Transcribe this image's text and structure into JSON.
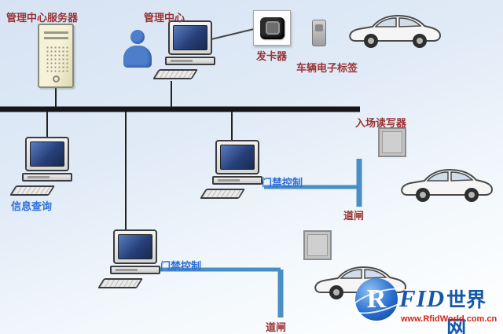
{
  "diagram": {
    "labels": {
      "server": "管理中心服务器",
      "mgmt_center": "管理中心",
      "card_issuer": "发卡器",
      "vehicle_tag": "车辆电子标签",
      "info_query": "信息查询",
      "door_control_1": "门禁控制",
      "door_control_2": "门禁控制",
      "entrance_reader": "入场读写器",
      "barrier_1": "道闸",
      "barrier_2": "道闸"
    },
    "colors": {
      "label_red": "#993333",
      "label_blue": "#2e6fd8",
      "barrier_line": "#4a8ec6",
      "bus_line": "#161616",
      "background_top": "#d6e3f3",
      "background_bottom": "#ffffff"
    }
  },
  "logo": {
    "initial": "R",
    "name_latin": "FID",
    "name_cjk": "世界网",
    "url": "www.RfidWorld.com.cn"
  }
}
